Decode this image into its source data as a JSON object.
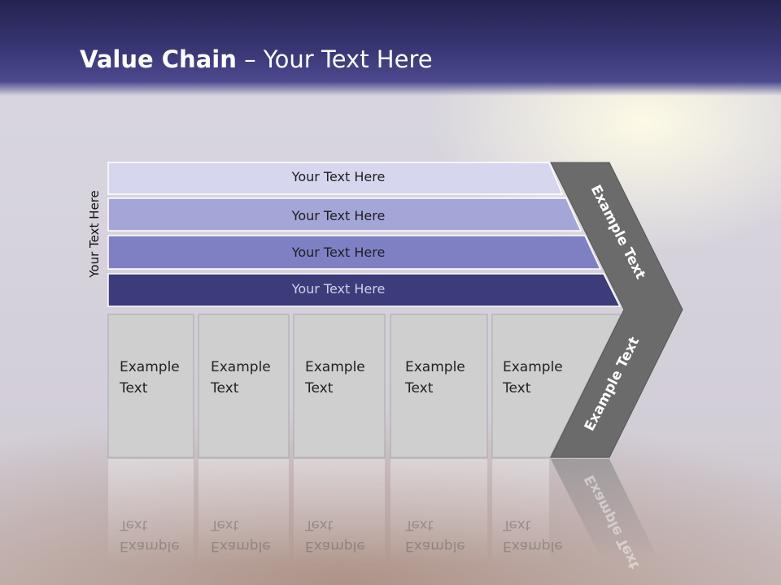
{
  "title": {
    "bold": "Value Chain",
    "rest": " – Your Text Here"
  },
  "side_label": "Your Text Here",
  "bands": [
    {
      "label": "Your Text Here",
      "color": "#d6d6ee"
    },
    {
      "label": "Your Text Here",
      "color": "#a5a6d8"
    },
    {
      "label": "Your Text Here",
      "color": "#7f80c4"
    },
    {
      "label": "Your Text Here",
      "color": "#3c3c7a"
    }
  ],
  "cells": [
    {
      "line1": "Example",
      "line2": "Text"
    },
    {
      "line1": "Example",
      "line2": "Text"
    },
    {
      "line1": "Example",
      "line2": "Text"
    },
    {
      "line1": "Example",
      "line2": "Text"
    },
    {
      "line1": "Example",
      "line2": "Text"
    }
  ],
  "chevron": {
    "top_label": "Example Text",
    "bottom_label": "Example Text",
    "color": "#6b6b6b"
  }
}
